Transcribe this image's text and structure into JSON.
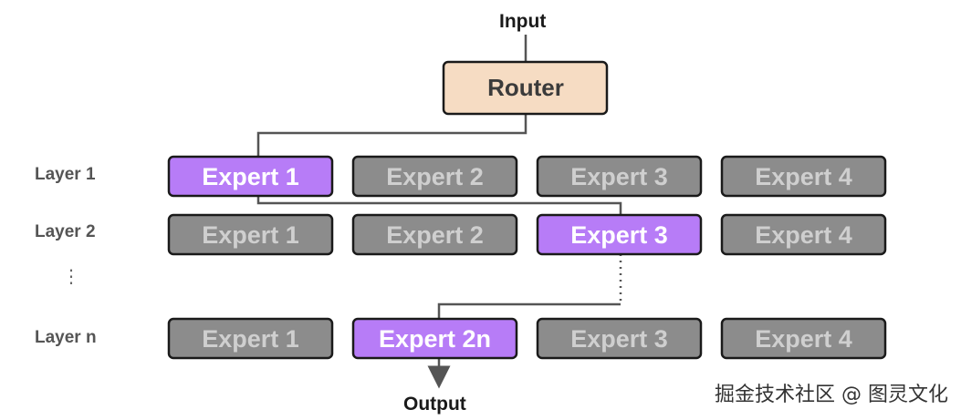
{
  "input_label": "Input",
  "output_label": "Output",
  "router_label": "Router",
  "layers": [
    {
      "label": "Layer 1",
      "experts": [
        "Expert 1",
        "Expert 2",
        "Expert 3",
        "Expert 4"
      ],
      "active": 0
    },
    {
      "label": "Layer 2",
      "experts": [
        "Expert 1",
        "Expert 2",
        "Expert 3",
        "Expert 4"
      ],
      "active": 2
    },
    {
      "label": "Layer n",
      "experts": [
        "Expert 1",
        "Expert 2n",
        "Expert 3",
        "Expert 4"
      ],
      "active": 1
    }
  ],
  "ellipsis": "⋮",
  "watermark": "掘金技术社区 @ 图灵文化",
  "colors": {
    "active_fill": "#b77cf7",
    "inactive_fill": "#8c8c8c",
    "router_fill": "#f6dcc3",
    "box_stroke": "#1a1a1a",
    "line": "#555555",
    "router_text": "#3b3b3b",
    "inactive_text": "#cfcfcf",
    "active_text": "#ffffff"
  }
}
